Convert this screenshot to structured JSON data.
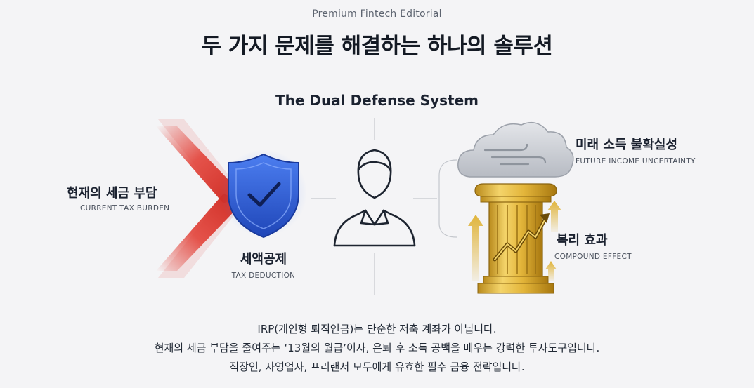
{
  "header": {
    "eyebrow": "Premium Fintech Editorial",
    "title": "두 가지 문제를 해결하는 하나의 솔루션"
  },
  "diagram": {
    "title": "The Dual Defense System",
    "left_problem": {
      "label": "현재의 세금 부담",
      "sublabel": "CURRENT TAX BURDEN"
    },
    "shield": {
      "label": "세액공제",
      "sublabel": "TAX DEDUCTION"
    },
    "right_problem": {
      "label": "미래 소득 불확실성",
      "sublabel": "FUTURE INCOME UNCERTAINTY"
    },
    "pillar": {
      "label": "복리 효과",
      "sublabel": "COMPOUND EFFECT"
    }
  },
  "caption": {
    "line1": "IRP(개인형 퇴직연금)는 단순한 저축 계좌가 아닙니다.",
    "line2": "현재의 세금 부담을 줄여주는 ‘13월의 월급’이자, 은퇴 후 소득 공백을 메우는 강력한 투자도구입니다.",
    "line3": "직장인, 자영업자, 프리랜서 모두에게 유효한 필수 금융 전략입니다."
  },
  "colors": {
    "arrow_red": "#d8352c",
    "shield_blue": "#2c5fd6",
    "pillar_gold": "#e0b43a",
    "cloud_gray": "#c9ccd2"
  }
}
